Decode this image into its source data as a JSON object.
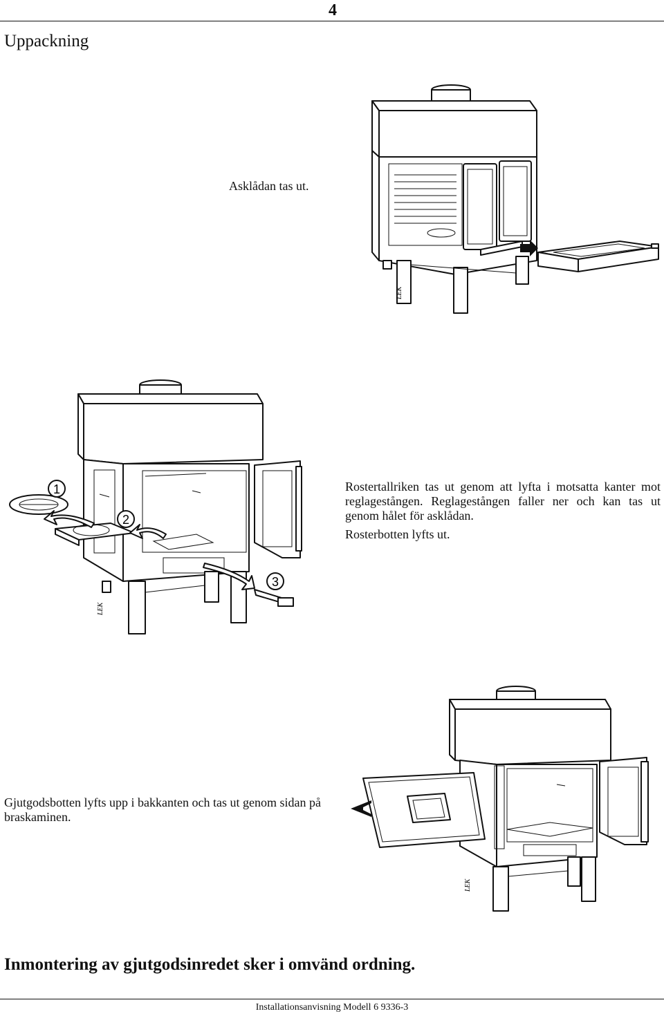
{
  "header": {
    "page_number": "4"
  },
  "section": {
    "title": "Uppackning"
  },
  "captions": {
    "ashpan": "Asklådan tas ut.",
    "grate_p1": "Rostertallriken tas ut genom att lyfta i motsatta kanter mot reglagestången. Reglagestången faller ner och kan tas ut genom hålet för asklådan.",
    "grate_p2": "Rosterbotten lyfts ut.",
    "bottom": "Gjutgodsbotten lyfts upp i bakkanten och tas ut genom sidan på braskaminen."
  },
  "step_labels": {
    "one": "1",
    "two": "2",
    "three": "3"
  },
  "stamp": {
    "brand": "LEK"
  },
  "closing": {
    "text": "Inmontering av gjutgodsinredet sker i omvänd ordning."
  },
  "footer": {
    "text": "Installationsanvisning Modell 6 9336-3"
  }
}
